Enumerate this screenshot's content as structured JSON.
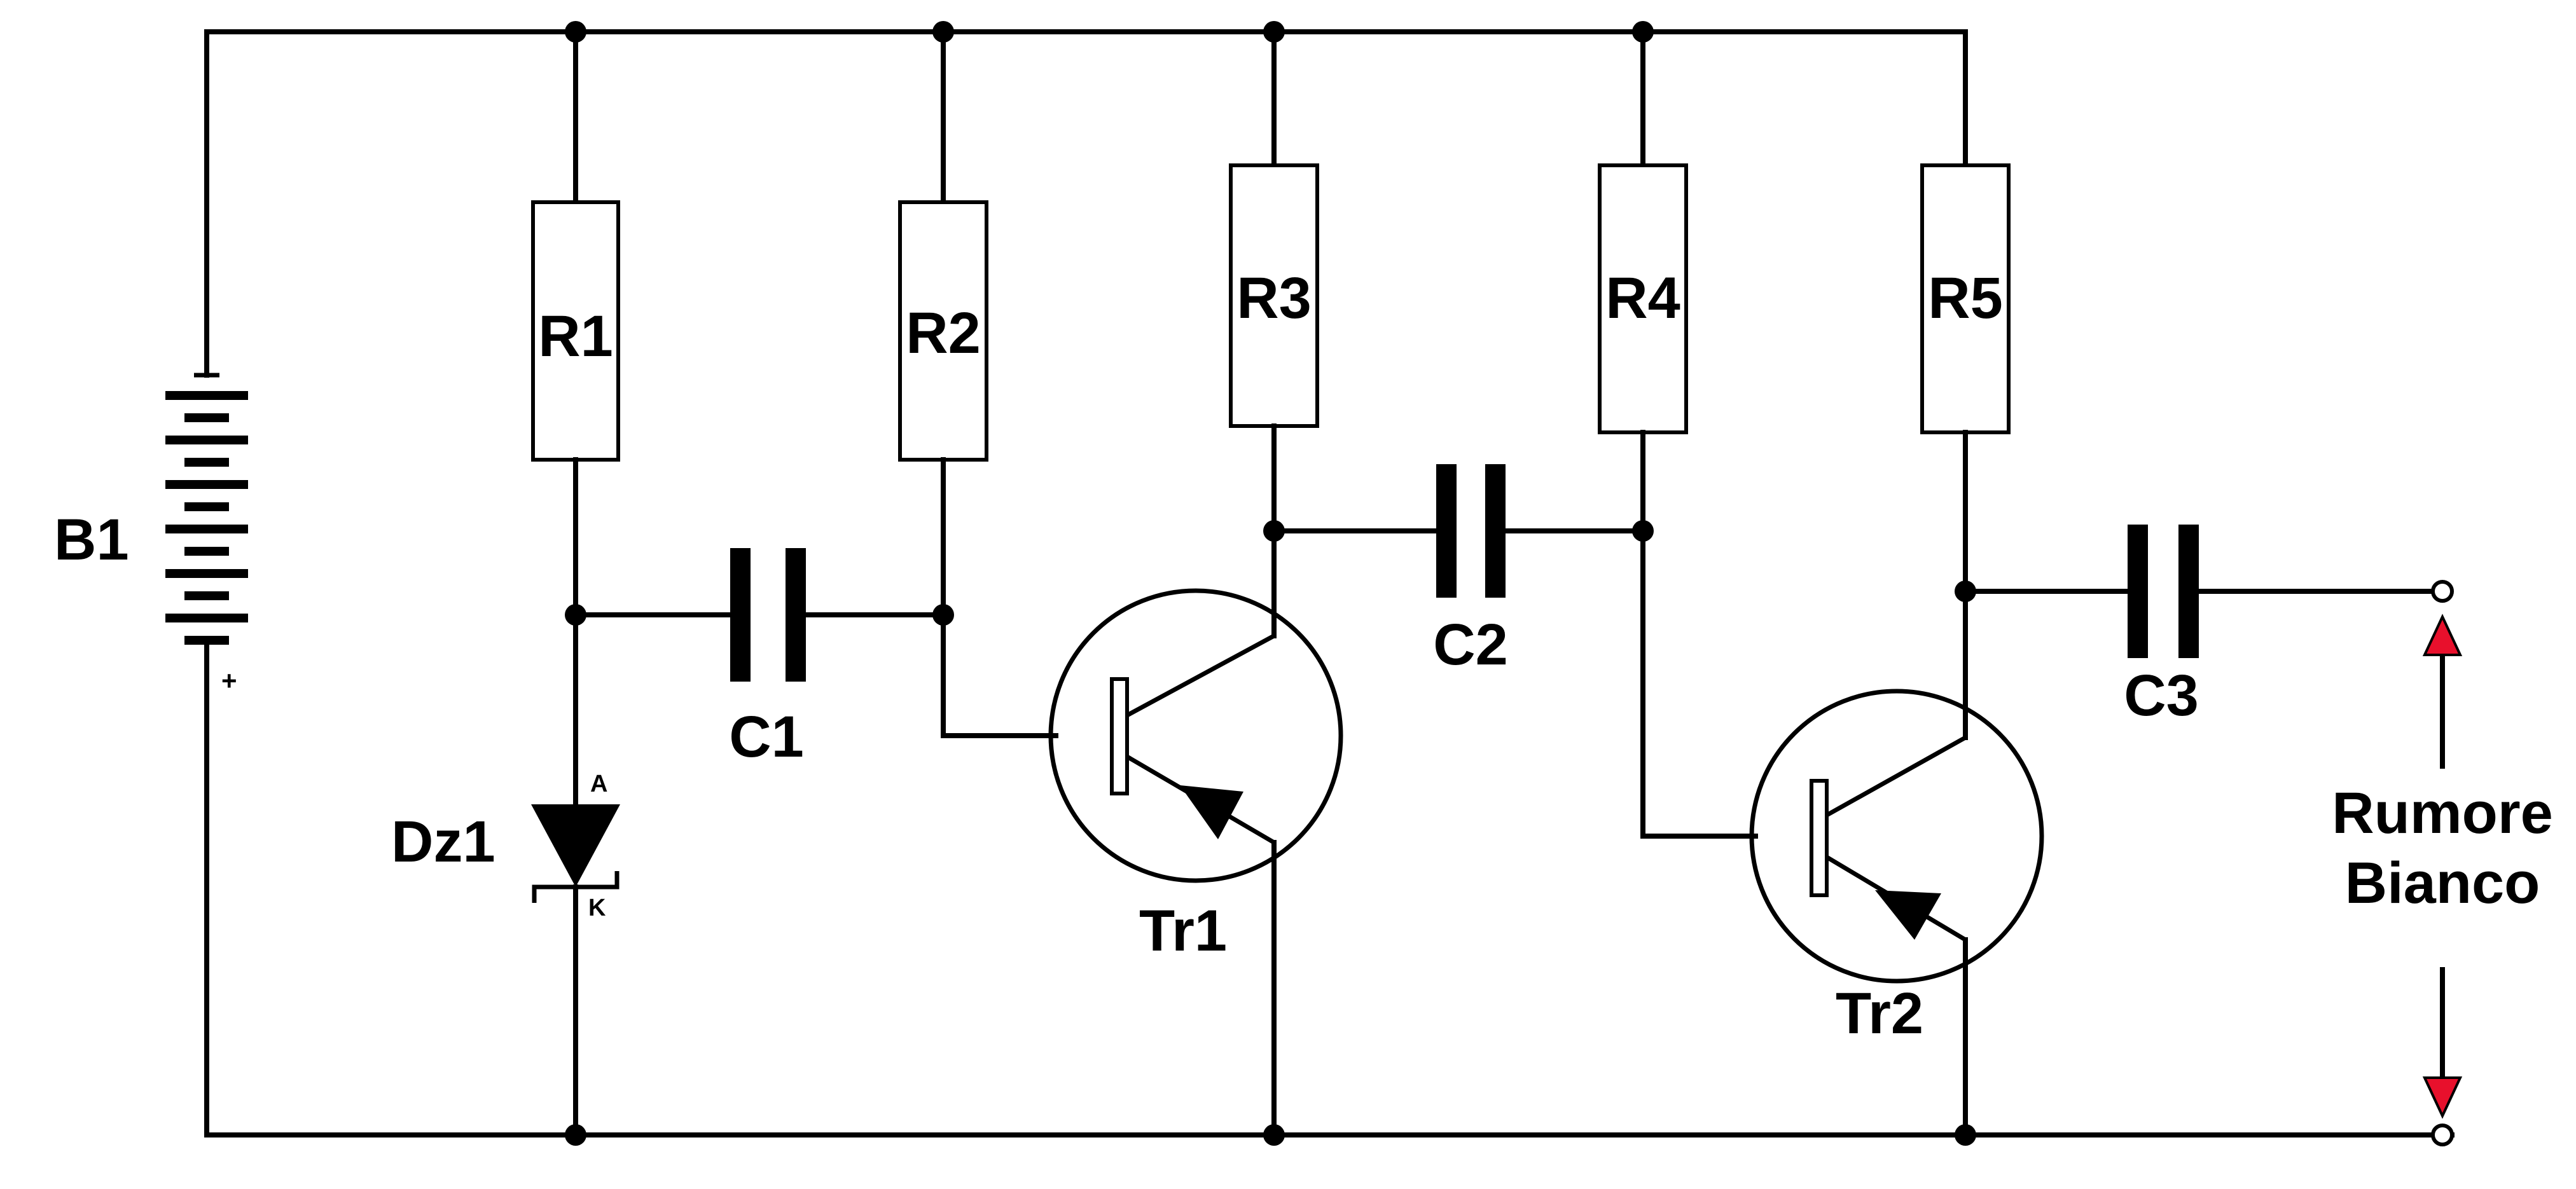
{
  "diagram": {
    "battery": {
      "label": "B1",
      "polarity": "+"
    },
    "resistors": [
      "R1",
      "R2",
      "R3",
      "R4",
      "R5"
    ],
    "capacitors": [
      "C1",
      "C2",
      "C3"
    ],
    "zener": {
      "label": "Dz1",
      "anode": "A",
      "cathode": "K"
    },
    "transistors": [
      "Tr1",
      "Tr2"
    ],
    "output": {
      "line1": "Rumore",
      "line2": "Bianco"
    },
    "colors": {
      "wire": "#000000",
      "arrow": "#e8102c",
      "background": "#ffffff"
    }
  }
}
